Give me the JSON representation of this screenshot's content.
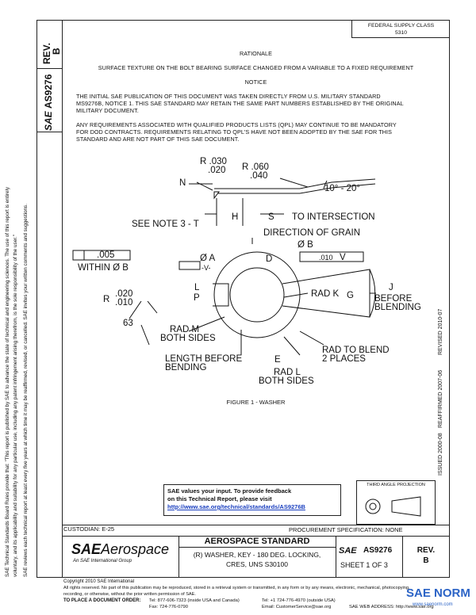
{
  "left_column": {
    "rev_label": "REV.",
    "rev_value": "B",
    "sae_logo": "SAE",
    "doc_number": "AS9276",
    "disclaimer_1": "SAE Technical Standards Board Rules provide that: \"This report is published by SAE to advance the state of technical and engineering sciences. The use of this report is entirely",
    "disclaimer_2": "voluntary, and its applicability and suitability for any particular use, including any patent infringement arising therefrom, is the sole responsibility of the user.\"",
    "disclaimer_3": "SAE reviews each technical report at least every five years at which time it may be reaffirmed, revised, or cancelled. SAE invites your written comments and suggestions."
  },
  "header_box": {
    "line1": "FEDERAL SUPPLY CLASS",
    "line2": "5310"
  },
  "rationale": {
    "heading": "RATIONALE",
    "body": "SURFACE TEXTURE ON THE BOLT BEARING SURFACE CHANGED FROM A VARIABLE TO A FIXED REQUIREMENT"
  },
  "notice": {
    "heading": "NOTICE",
    "para1": "THE INITIAL SAE PUBLICATION OF THIS DOCUMENT WAS TAKEN DIRECTLY FROM U.S. MILITARY STANDARD MS9276B, NOTICE 1. THIS SAE STANDARD MAY RETAIN THE SAME PART NUMBERS ESTABLISHED BY THE ORIGINAL MILITARY DOCUMENT.",
    "para2": "ANY REQUIREMENTS ASSOCIATED WITH QUALIFIED PRODUCTS LISTS (QPL) MAY CONTINUE TO BE MANDATORY FOR DOD CONTRACTS. REQUIREMENTS RELATING TO QPL'S HAVE NOT BEEN ADOPTED BY THE SAE FOR THIS STANDARD AND ARE NOT PART OF THIS SAE DOCUMENT."
  },
  "drawing": {
    "r1_top": "R .030",
    "r1_bot": ".020",
    "r2_top": "R .060",
    "r2_bot": ".040",
    "n_label": "N",
    "angle": "10° - 20°",
    "see_note": "SEE NOTE 3 - T",
    "h_label": "H",
    "s_label": "S",
    "to_intersection": "TO INTERSECTION",
    "direction": "DIRECTION OF GRAIN",
    "flatness_val": ".005",
    "within": "WITHIN Ø B",
    "dia_a": "Ø A",
    "datum_v": "-V-",
    "d_label": "D",
    "dia_b": "Ø B",
    "position_tol": ".010",
    "v_ref": "V",
    "l_label": "L",
    "p_label": "P",
    "rad_k": "RAD K",
    "g_label": "G",
    "j_label": "J",
    "before": "BEFORE",
    "blending": "BLENDING",
    "r3_top": ".020",
    "r3_bot": ".010",
    "r3_prefix": "R",
    "dim_63": "63",
    "rad_m": "RAD M",
    "both_sides_1": "BOTH SIDES",
    "rad_blend": "RAD TO BLEND",
    "two_places": "2 PLACES",
    "length_before": "LENGTH BEFORE",
    "bending": "BENDING",
    "e_label": "E",
    "rad_l": "RAD L",
    "both_sides_2": "BOTH SIDES",
    "caption": "FIGURE 1 - WASHER"
  },
  "revision_side": {
    "issued": "ISSUED 2000-08",
    "reaffirmed": "REAFFIRMED 2007-06",
    "revised": "REVISED 2010-07"
  },
  "feedback": {
    "line1": "SAE values your input. To provide feedback",
    "line2": "on this Technical Report, please visit",
    "link": "http://www.sae.org/technical/standards/AS9276B"
  },
  "third_angle": "THIRD ANGLE PROJECTION",
  "custodian": "CUSTODIAN: E-25",
  "procurement": "PROCUREMENT SPECIFICATION: NONE",
  "title_block": {
    "logo_bold": "SAE",
    "logo_light": "Aerospace",
    "logo_sub": "An SAE International Group",
    "standard": "AEROSPACE STANDARD",
    "desc1": "(R) WASHER, KEY - 180 DEG. LOCKING,",
    "desc2": "CRES, UNS S30100",
    "sae_small": "SAE",
    "number": "AS9276",
    "sheet": "SHEET 1 OF 3",
    "rev_label": "REV.",
    "rev_value": "B"
  },
  "footer": {
    "copyright": "Copyright 2010 SAE International",
    "rights": "All rights reserved. No part of this publication may be reproduced, stored in a retrieval system or transmitted, in any form or by any means, electronic, mechanical, photocopying,",
    "rights2": "recording, or otherwise, without the prior written permission of SAE.",
    "order": "TO PLACE A DOCUMENT ORDER:",
    "tel": "Tel: 877-606-7323 (inside USA and Canada)",
    "tel2": "Tel: +1 724-776-4970 (outside USA)",
    "fax": "Fax: 724-776-0790",
    "email": "Email: CustomerService@sae.org",
    "web": "SAE WEB ADDRESS: http://www.sae.org"
  },
  "watermark": {
    "text": "SAE NORM",
    "sub": "www.saenorm.com"
  }
}
